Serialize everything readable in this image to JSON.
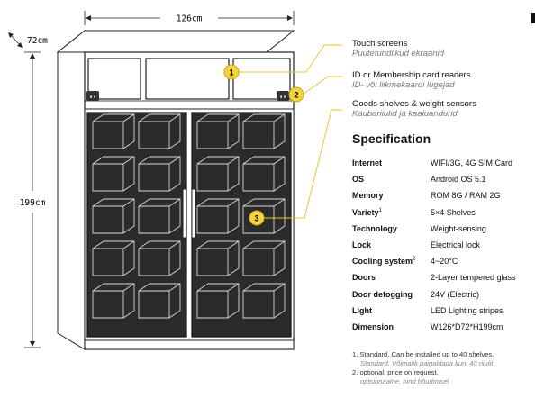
{
  "dimensions": {
    "width": "126cm",
    "depth": "72cm",
    "height": "199cm"
  },
  "markers": [
    "1",
    "2",
    "3"
  ],
  "callouts": [
    {
      "label": "Touch screens",
      "label_et": "Puutetundlikud ekraanid"
    },
    {
      "label": "ID or Membership card readers",
      "label_et": "ID- või liikmekaardi lugejad"
    },
    {
      "label": "Goods shelves & weight sensors",
      "label_et": "Kaubariiulid ja kaaluandurid"
    }
  ],
  "specification": {
    "title": "Specification",
    "rows": [
      {
        "key": "Internet",
        "sup": "",
        "value": "WIFI/3G, 4G SIM Card"
      },
      {
        "key": "OS",
        "sup": "",
        "value": "Android OS 5.1"
      },
      {
        "key": "Memory",
        "sup": "",
        "value": "ROM 8G / RAM 2G"
      },
      {
        "key": "Variety",
        "sup": "1",
        "value": "5×4 Shelves"
      },
      {
        "key": "Technology",
        "sup": "",
        "value": "Weight-sensing"
      },
      {
        "key": "Lock",
        "sup": "",
        "value": "Electrical lock"
      },
      {
        "key": "Cooling system",
        "sup": "2",
        "value": "4~20°C"
      },
      {
        "key": "Doors",
        "sup": "",
        "value": "2-Layer tempered glass"
      },
      {
        "key": "Door defogging",
        "sup": "",
        "value": "24V (Electric)"
      },
      {
        "key": "Light",
        "sup": "",
        "value": "LED Lighting stripes"
      },
      {
        "key": "Dimension",
        "sup": "",
        "value": "W126*D72*H199cm"
      }
    ]
  },
  "notes": [
    {
      "text": "1. Standard. Can be installed up to 40 shelves.",
      "text_et": "Standard. Võimalik paigaldada kuni 40 riiulit."
    },
    {
      "text": "2. optional, price on request.",
      "text_et": "optsionaalne, hind hõudmisel."
    }
  ],
  "colors": {
    "marker": "#f5d33a",
    "glass": "#2b2b2b",
    "line": "#222222",
    "cabinet": "#ffffff"
  }
}
